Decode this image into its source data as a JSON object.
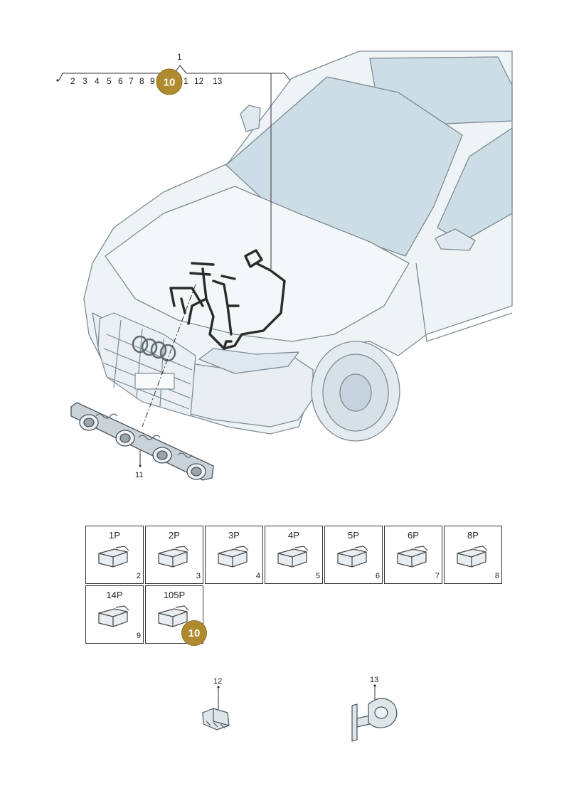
{
  "header": {
    "top_label": "1",
    "sub_labels": [
      "2",
      "3",
      "4",
      "5",
      "6",
      "7",
      "8",
      "9"
    ],
    "sub_labels_after": [
      "1",
      "12",
      "13"
    ],
    "badge": "10"
  },
  "callouts": {
    "rail": "11",
    "clip": "12",
    "holder": "13"
  },
  "connectors": [
    {
      "title": "1P",
      "num": "2"
    },
    {
      "title": "2P",
      "num": "3"
    },
    {
      "title": "3P",
      "num": "4"
    },
    {
      "title": "4P",
      "num": "5"
    },
    {
      "title": "5P",
      "num": "6"
    },
    {
      "title": "6P",
      "num": "7"
    },
    {
      "title": "8P",
      "num": "8"
    },
    {
      "title": "14P",
      "num": "9"
    },
    {
      "title": "105P",
      "num": ""
    }
  ],
  "connector_badge": "10",
  "colors": {
    "badge": "#b08a2e",
    "harness": "#2b2b2b",
    "car_fill": "#eef3f6",
    "glass": "#cddde5"
  }
}
